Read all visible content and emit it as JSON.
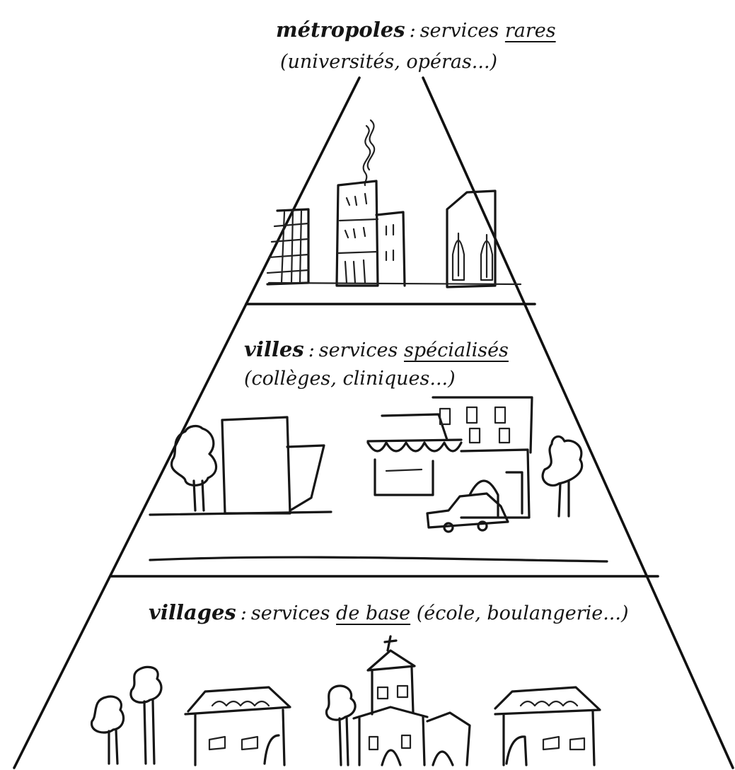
{
  "levels": [
    {
      "keyword": "métropoles",
      "separator": ":",
      "prefix": "services",
      "underlined": "rares",
      "suffix": "",
      "examples": "(universités, opéras...)"
    },
    {
      "keyword": "villes",
      "separator": ":",
      "prefix": "services",
      "underlined": "spécialisés",
      "suffix": "",
      "examples": "(collèges, cliniques...)"
    },
    {
      "keyword": "villages",
      "separator": ":",
      "prefix": "services",
      "underlined": "de base",
      "suffix": "(école, boulangerie...)",
      "examples": ""
    }
  ],
  "colors": {
    "ink": "#161616",
    "paper": "#ffffff"
  }
}
